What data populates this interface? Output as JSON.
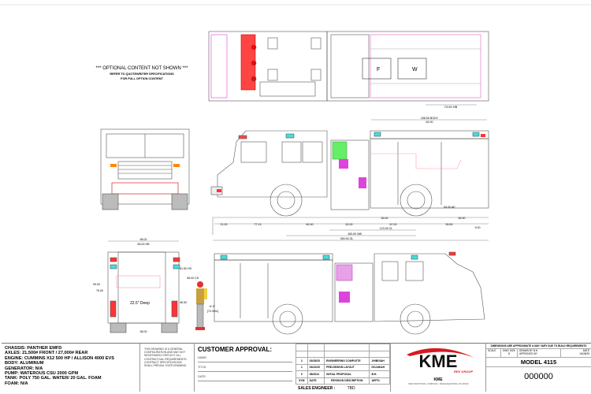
{
  "note": {
    "line1": "*** OPTIONAL CONTENT NOT SHOWN ***",
    "line2": "REFER TO QUOTEWRITER SPECIFICATIONS",
    "line3": "FOR FULL OPTION CONTENT"
  },
  "top_view": {
    "hb": "73.50 HB",
    "compartment_labels": [
      "F",
      "W"
    ]
  },
  "side_view": {
    "body": "158.50 BODY",
    "inner": "62.00",
    "ae": "54.00 AE",
    "dims_row1": [
      "21.00",
      "77.13",
      "60.00",
      "52.00",
      "67.00",
      "55.50"
    ],
    "short_dims": [
      "36.00",
      "56.50",
      "9.00"
    ],
    "cl": "123.00 CL",
    "wb": "183.00 WB",
    "ol": "390.00 OL"
  },
  "rear_view": {
    "width": "96.00",
    "hb": "65.00 HB",
    "height": "99.00",
    "height2": "75.00",
    "hs": "41.50 HS",
    "ch": "98.00 CH",
    "step": "46.50",
    "deep": "22.5\" Deep",
    "bottom": "38.00",
    "person_height": "6'-0\"",
    "person_height_in": "[72.00in]"
  },
  "specs": [
    "CHASSIS: PANTHER EMFD",
    "AXLES: 21,500# FRONT / 27,000# REAR",
    "ENGINE: CUMMINS X12 500 HP / ALLISON 4000 EVS",
    "BODY: ALUMINUM",
    "GENERATOR: N/A",
    "PUMP: WATEROUS CSU 2000 GPM",
    "TANK: POLY 750 GAL. WATER/ 20 GAL. FOAM",
    "FOAM: N/A"
  ],
  "disclaimer": "THIS DRAWING IS A GENERAL CONFIGURATION AND MAY NOT NECESSARILY REFLECT ALL CONTRACTUAL REQUIREMENTS. CONTRACT SPECIFICATIONS SHALL PREVAIL OVER DRAWING.",
  "customer_approval": {
    "title": "CUSTOMER APPROVAL:",
    "fields": [
      "NAME:",
      "TITLE:",
      "DATE:"
    ]
  },
  "revisions": {
    "rows": [
      {
        "sym": "2",
        "date": "03/28/25",
        "desc": "ENGINEERING COMPLETE",
        "appd": "JH/BG/AH"
      },
      {
        "sym": "1",
        "date": "03/22/25",
        "desc": "PRE-DESIGN LAYOUT",
        "appd": "DC/AH/AH"
      },
      {
        "sym": "0",
        "date": "08/2024",
        "desc": "INITIAL PROPOSAL",
        "appd": "B.H."
      }
    ],
    "headers": [
      "SYM",
      "DATE",
      "REVISION DESCRIPTION",
      "APP'D"
    ],
    "sales_engineer_label": "SALES ENGINEER :",
    "sales_engineer_value": "TBD"
  },
  "logo": {
    "brand": "KME",
    "tagline": "REV GROUP",
    "company": "KME",
    "address": "ONE INDUSTRIAL COMPLEX • NESQUEHONING, PA 18240",
    "red": "#d71920"
  },
  "title_block": {
    "header": "DIMENSIONS ARE APPROXIMATE & MAY VARY DUE TO BUILD REQUIREMENTS",
    "scale_label": "SCALE",
    "size_label": "DWG SIZE",
    "size_value": "D",
    "drawn_label": "DRAWN BY",
    "drawn_value": "B.H.",
    "approved_label": "APPROVED BY",
    "date_label": "DATE",
    "date_value": "04/28/25",
    "model": "MODEL 4115",
    "drawing_number": "000000"
  }
}
